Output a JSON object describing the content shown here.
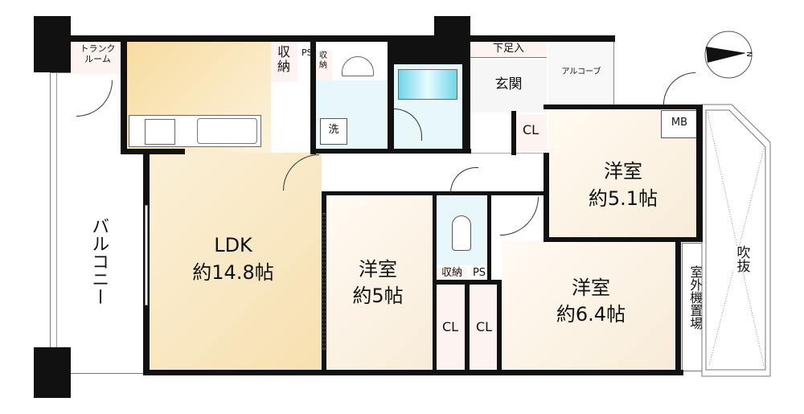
{
  "title": "間取り図",
  "compass": {
    "label": "N"
  },
  "rooms": {
    "trunk_room": "トランク\nルーム",
    "trunk_room_l1": "トランク",
    "trunk_room_l2": "ルーム",
    "ldk_name": "LDK",
    "ldk_size": "約14.8帖",
    "storage_1": "収納",
    "ps_1": "PS",
    "storage_2": "収納",
    "washer": "洗",
    "shoe_storage": "下足入",
    "entrance": "玄関",
    "alcove": "アルコーブ",
    "cl_entrance": "CL",
    "mb": "MB",
    "western1_name": "洋室",
    "western1_size": "約5.1帖",
    "western2_name": "洋室",
    "western2_size": "約5帖",
    "western3_name": "洋室",
    "western3_size": "約6.4帖",
    "storage_3": "収納",
    "ps_2": "PS",
    "cl_1": "CL",
    "cl_2": "CL",
    "balcony": "バルコニー",
    "outdoor_unit": "室外機置場",
    "atrium": "吹抜"
  },
  "colors": {
    "ldk": "#fbeccb",
    "wet": "#e6f7fb",
    "room": "#fdf6ec",
    "wall": "#111111"
  }
}
